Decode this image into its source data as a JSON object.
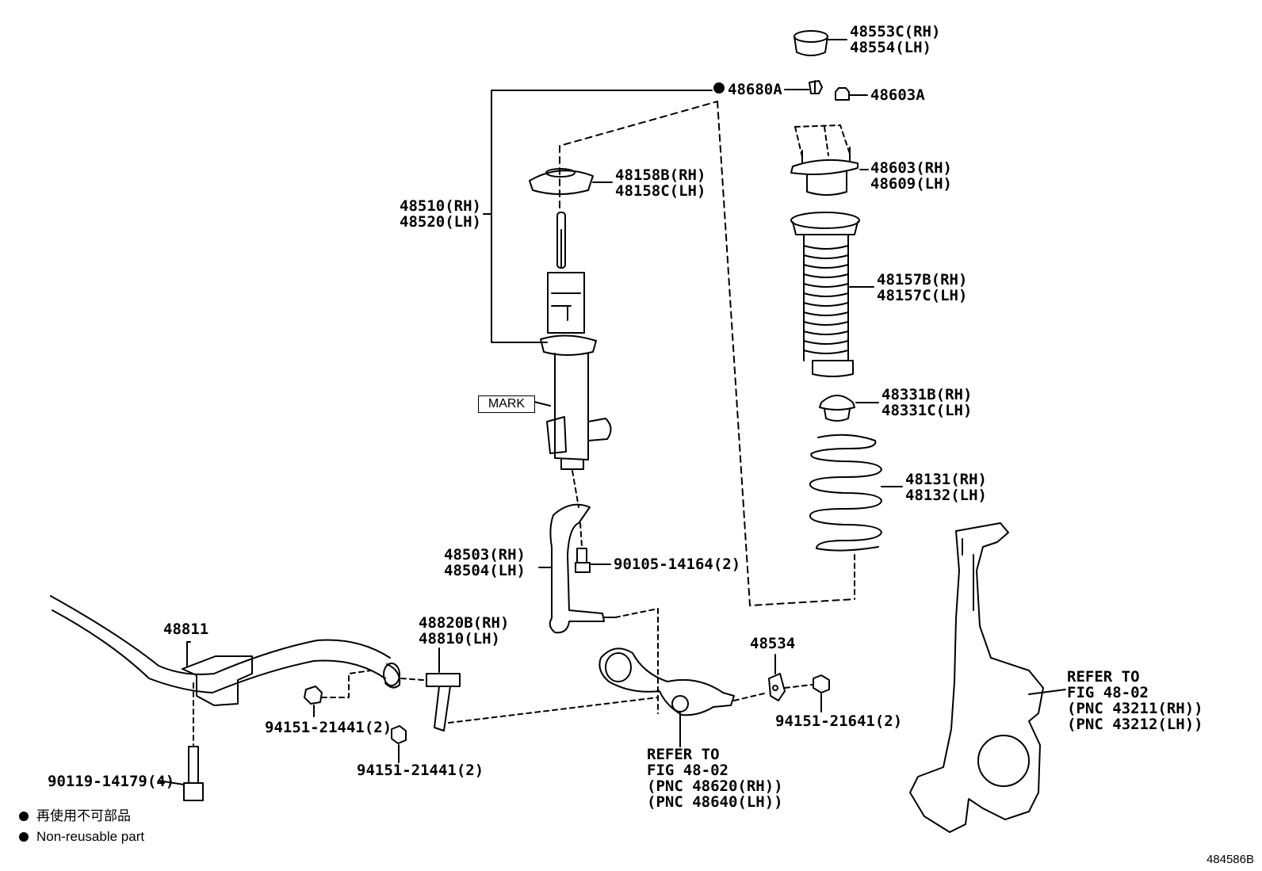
{
  "callouts": {
    "mount_cap": [
      "48553C(RH)",
      "48554(LH)"
    ],
    "nut_48680": "48680A",
    "nut_48603": "48603A",
    "upper_support": [
      "48603(RH)",
      "48609(LH)"
    ],
    "upper_seat": [
      "48158B(RH)",
      "48158C(LH)"
    ],
    "shock_absorber": [
      "48510(RH)",
      "48520(LH)"
    ],
    "dust_boot": [
      "48157B(RH)",
      "48157C(LH)"
    ],
    "bumper": [
      "48331B(RH)",
      "48331C(LH)"
    ],
    "coil_spring": [
      "48131(RH)",
      "48132(LH)"
    ],
    "strut_fork": [
      "48503(RH)",
      "48504(LH)"
    ],
    "fork_bolt": "90105-14164(2)",
    "stabilizer_bar": "48811",
    "stabilizer_link": [
      "48820B(RH)",
      "48810(LH)"
    ],
    "link_nut_upper": "94151-21441(2)",
    "link_nut_lower": "94151-21441(2)",
    "bracket": "48534",
    "bracket_nut": "94151-21641(2)",
    "bracket_bolt": "90119-14179(4)",
    "lower_arm_ref": [
      "REFER TO",
      "FIG 48-02",
      "(PNC 48620(RH))",
      "(PNC 48640(LH))"
    ],
    "knuckle_ref": [
      "REFER TO",
      "FIG 48-02",
      "(PNC 43211(RH))",
      "(PNC 43212(LH))"
    ]
  },
  "mark_label": "MARK",
  "legend": {
    "line1": "再使用不可部品",
    "line2": "Non-reusable part"
  },
  "illustration_id": "484586B"
}
